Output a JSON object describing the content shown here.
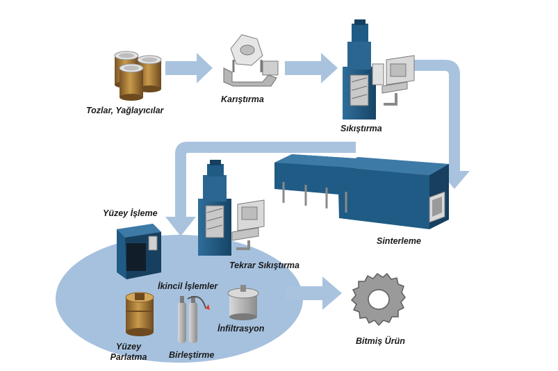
{
  "steps": {
    "powders": "Tozlar, Yağlayıcılar",
    "mixing": "Karıştırma",
    "compacting": "Sıkıştırma",
    "sintering": "Sinterleme",
    "surface_machining": "Yüzey İşleme",
    "recompacting": "Tekrar Sıkıştırma",
    "secondary_ops": "İkincil İşlemler",
    "infiltration": "İnfiltrasyon",
    "joining": "Birleştirme",
    "polishing_line1": "Yüzey",
    "polishing_line2": "Parlatma",
    "finished_product": "Bitmiş Ürün"
  },
  "colors": {
    "arrow": "#a9c3df",
    "ellipse": "#a6c1de",
    "machine_blue": "#1f5b85",
    "machine_dark": "#173f5f",
    "machine_light": "#3e7aa6",
    "panel_gray": "#d9d9d9",
    "bronze": "#b88a3e",
    "gear": "#9a9a9a"
  }
}
